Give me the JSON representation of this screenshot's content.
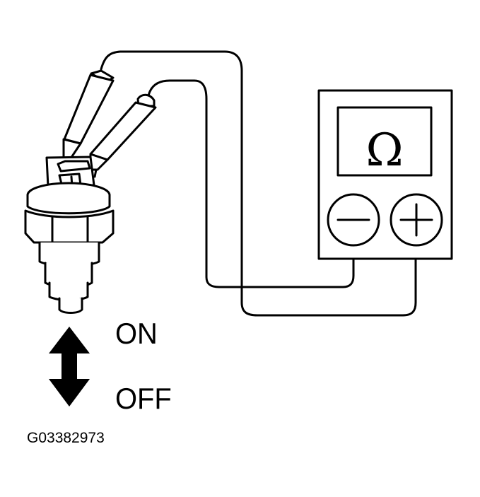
{
  "meter": {
    "display_symbol": "Ω",
    "negative_terminal_icon": "minus-icon",
    "positive_terminal_icon": "plus-icon"
  },
  "switch_states": {
    "on_label": "ON",
    "off_label": "OFF",
    "arrow_icon": "double-arrow-vertical-icon"
  },
  "figure_id": "G03382973",
  "colors": {
    "line": "#000000",
    "background": "#ffffff"
  }
}
